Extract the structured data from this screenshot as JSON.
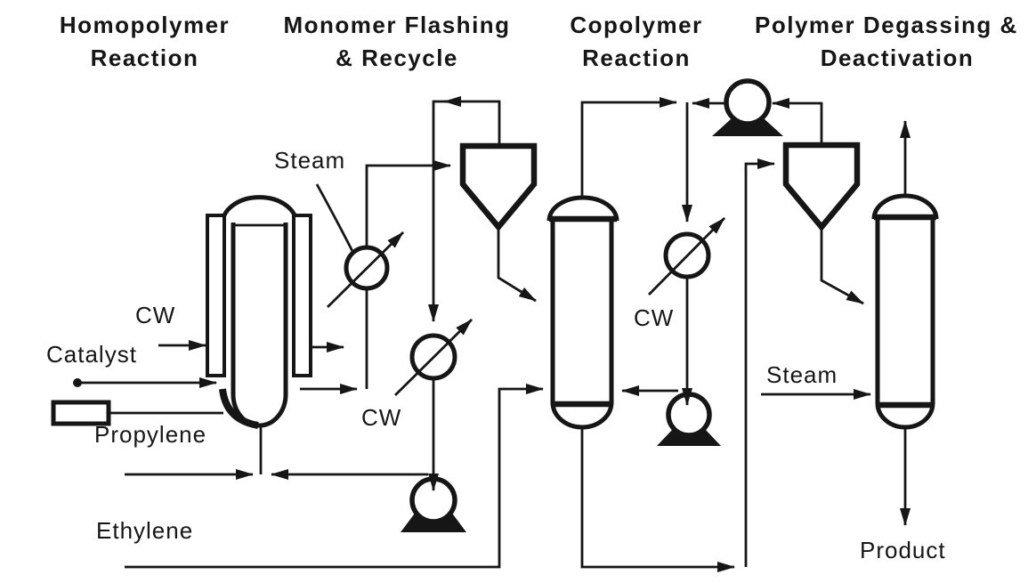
{
  "page": {
    "background": "#ffffff",
    "ink": "#161616"
  },
  "section_titles": [
    {
      "line1": "Homopolymer",
      "line2": "Reaction"
    },
    {
      "line1": "Monomer Flashing",
      "line2": "& Recycle"
    },
    {
      "line1": "Copolymer",
      "line2": "Reaction"
    },
    {
      "line1": "Polymer Degassing &",
      "line2": "Deactivation"
    }
  ],
  "stream_labels": {
    "steam_flash": "Steam",
    "cw_homopolymer": "CW",
    "catalyst": "Catalyst",
    "propylene": "Propylene",
    "ethylene": "Ethylene",
    "cw_flash": "CW",
    "cw_copolymer": "CW",
    "steam_degassing": "Steam",
    "product": "Product"
  },
  "equipment": [
    "jacketed-loop-reactor",
    "steam-heater-exchanger",
    "flash-separator",
    "recycle-cooler-exchanger",
    "recycle-pump",
    "copolymer-reactor-column",
    "gas-recycle-pump",
    "gas-cooler-exchanger",
    "loop-circulation-pump",
    "degassing-separator",
    "steam-stripper-column",
    "propylene-feed-drum"
  ]
}
